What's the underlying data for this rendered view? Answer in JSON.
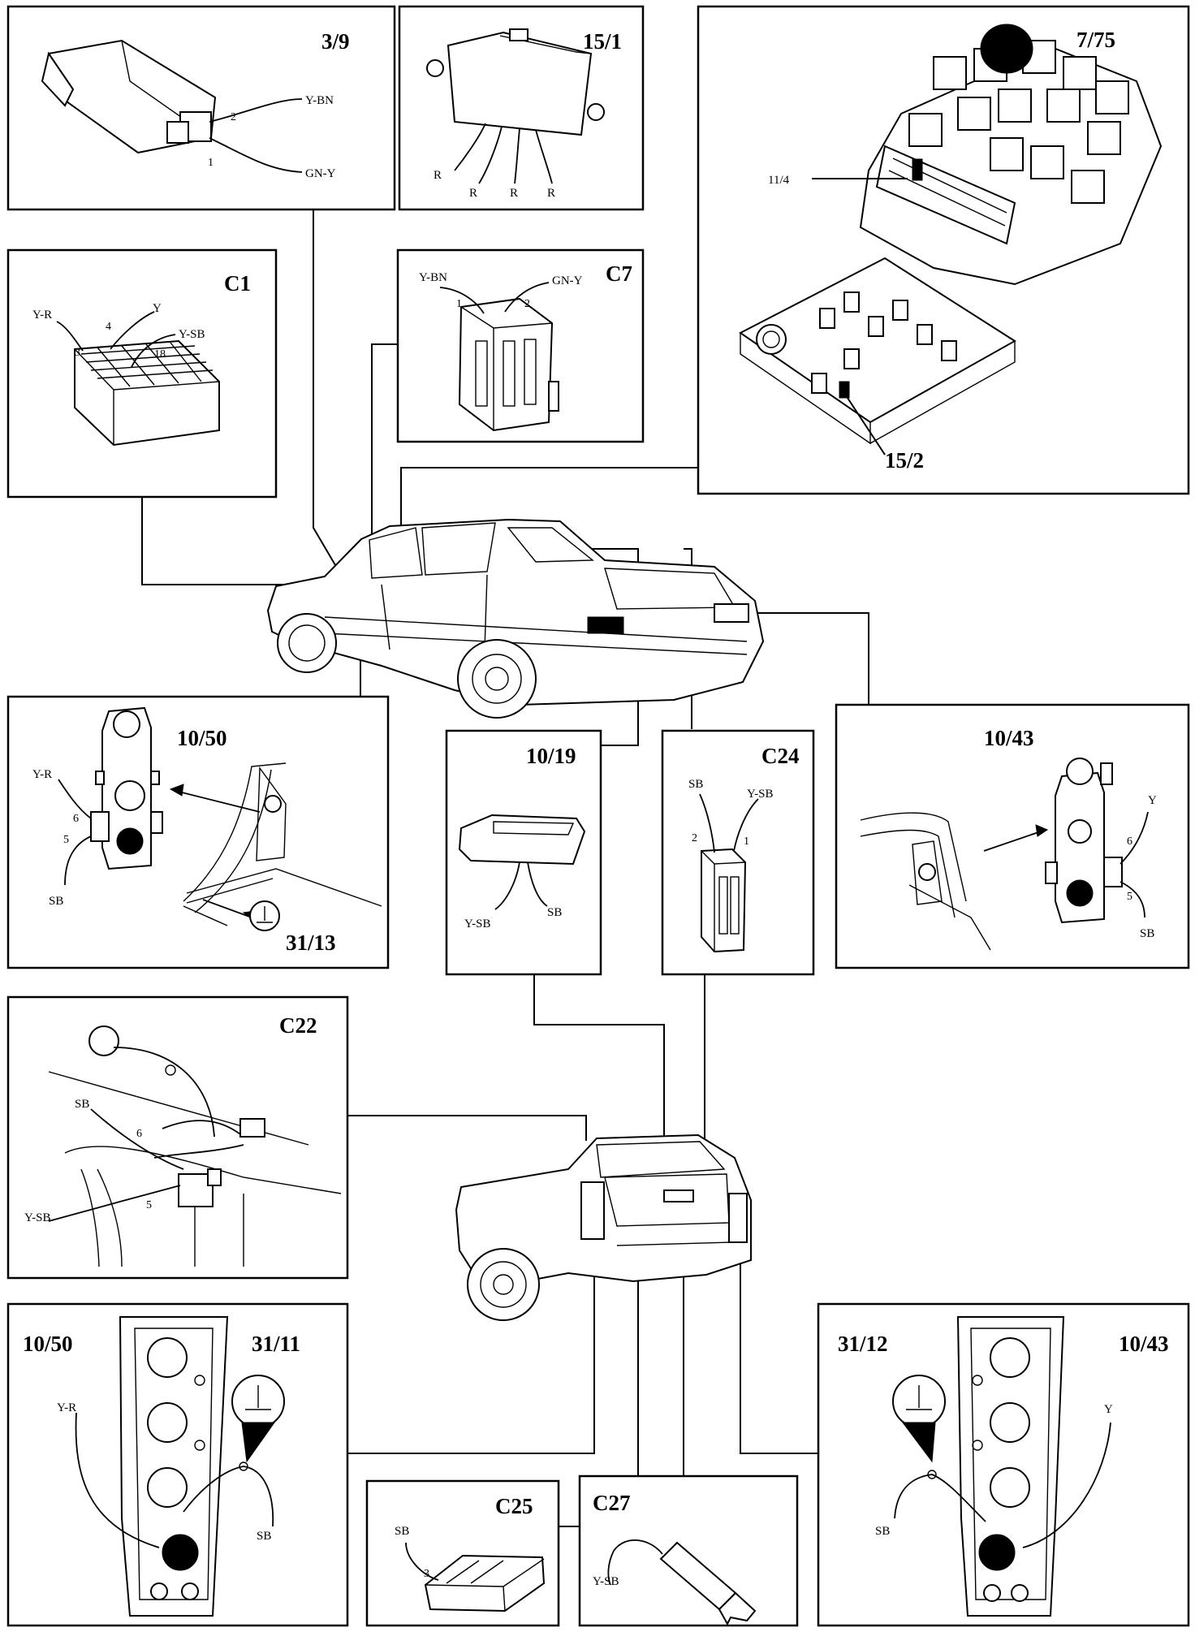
{
  "panels": [
    {
      "key": "p39",
      "id": "3/9",
      "wires": [
        "Y-BN",
        "GN-Y"
      ],
      "pins": [
        "2",
        "1"
      ]
    },
    {
      "key": "p151",
      "id": "15/1",
      "wires": [
        "R",
        "R",
        "R",
        "R"
      ]
    },
    {
      "key": "p775",
      "id": "7/75",
      "sub_label": "11/4",
      "sub_id": "15/2"
    },
    {
      "key": "pc1",
      "id": "C1",
      "wires": [
        "Y-R",
        "Y",
        "Y-SB"
      ],
      "pins": [
        "4",
        "3",
        "18"
      ]
    },
    {
      "key": "pc7",
      "id": "C7",
      "wires": [
        "Y-BN",
        "GN-Y"
      ],
      "pins": [
        "1",
        "2"
      ]
    },
    {
      "key": "p1050a",
      "id": "10/50",
      "ground_id": "31/13",
      "wires": [
        "Y-R",
        "SB"
      ],
      "pins": [
        "6",
        "5"
      ]
    },
    {
      "key": "p1019",
      "id": "10/19",
      "wires": [
        "Y-SB",
        "SB"
      ]
    },
    {
      "key": "pc24",
      "id": "C24",
      "wires": [
        "SB",
        "Y-SB"
      ],
      "pins": [
        "2",
        "1"
      ]
    },
    {
      "key": "p1043a",
      "id": "10/43",
      "wires": [
        "Y",
        "SB"
      ],
      "pins": [
        "6",
        "5"
      ]
    },
    {
      "key": "pc22",
      "id": "C22",
      "wires": [
        "SB",
        "Y-SB"
      ],
      "pins": [
        "6",
        "5"
      ]
    },
    {
      "key": "p1050b",
      "id": "10/50",
      "ground_id": "31/11",
      "wires": [
        "Y-R",
        "SB"
      ]
    },
    {
      "key": "pc25",
      "id": "C25",
      "wires": [
        "SB"
      ],
      "pins": [
        "3"
      ]
    },
    {
      "key": "pc27",
      "id": "C27",
      "wires": [
        "Y-SB"
      ]
    },
    {
      "key": "p1043b",
      "id": "10/43",
      "ground_id": "31/12",
      "wires": [
        "Y",
        "SB"
      ]
    }
  ]
}
